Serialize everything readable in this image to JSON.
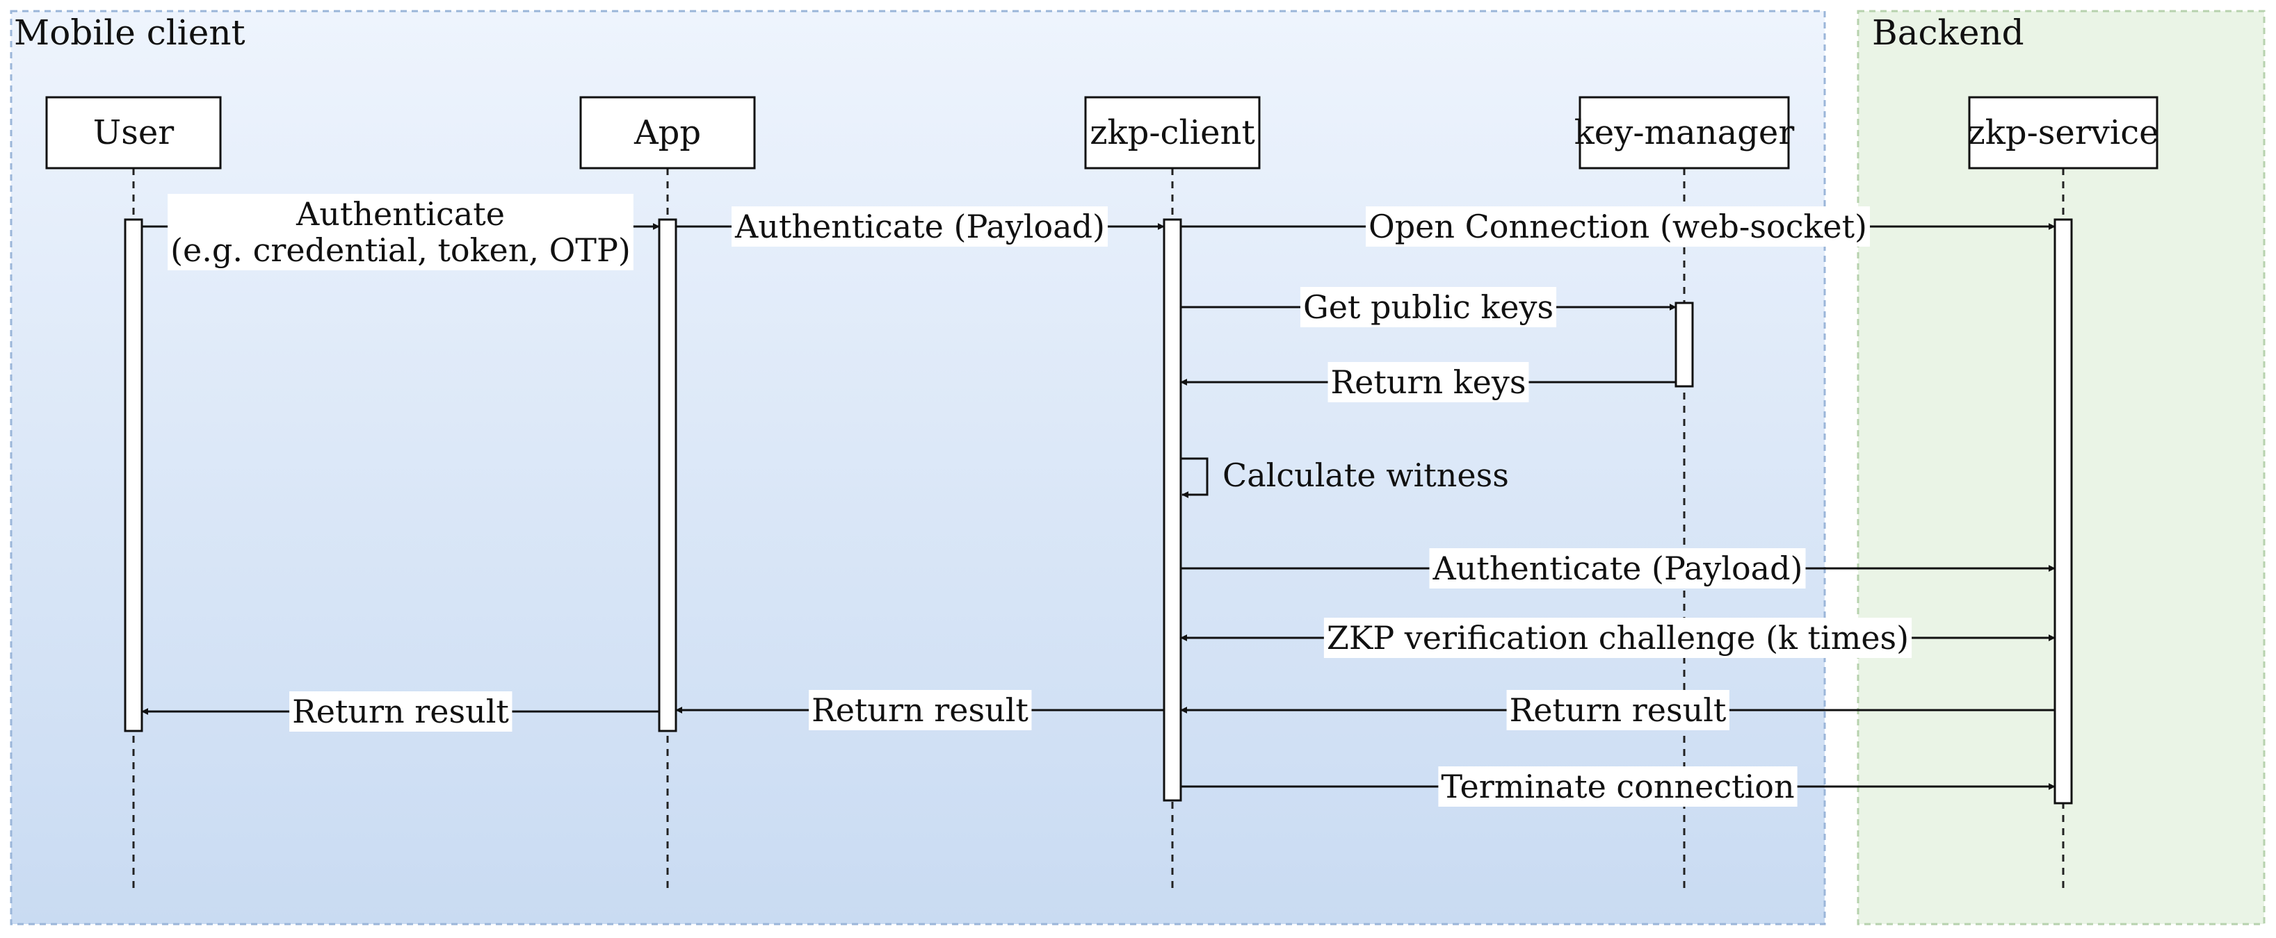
{
  "groups": {
    "mobile": {
      "title": "Mobile client",
      "fill": "#dde8f8",
      "stroke": "#9bb6d9"
    },
    "backend": {
      "title": "Backend",
      "fill": "#eaf4e6",
      "stroke": "#b7d2ae"
    }
  },
  "actors": [
    {
      "id": "user",
      "label": "User"
    },
    {
      "id": "app",
      "label": "App"
    },
    {
      "id": "zkp-client",
      "label": "zkp-client"
    },
    {
      "id": "key-manager",
      "label": "key-manager"
    },
    {
      "id": "zkp-service",
      "label": "zkp-service"
    }
  ],
  "messages": [
    {
      "from": "user",
      "to": "app",
      "lines": [
        "Authenticate",
        "(e.g. credential, token, OTP)"
      ]
    },
    {
      "from": "app",
      "to": "zkp-client",
      "lines": [
        "Authenticate (Payload)"
      ]
    },
    {
      "from": "zkp-client",
      "to": "zkp-service",
      "lines": [
        "Open Connection (web-socket)"
      ]
    },
    {
      "from": "zkp-client",
      "to": "key-manager",
      "lines": [
        "Get public keys"
      ]
    },
    {
      "from": "key-manager",
      "to": "zkp-client",
      "lines": [
        "Return keys"
      ]
    },
    {
      "from": "zkp-client",
      "to": "zkp-client",
      "self": true,
      "lines": [
        "Calculate witness"
      ]
    },
    {
      "from": "zkp-client",
      "to": "zkp-service",
      "lines": [
        "Authenticate (Payload)"
      ]
    },
    {
      "from": "zkp-client",
      "to": "zkp-service",
      "bidirectional": true,
      "lines": [
        "ZKP verification challenge (k times)"
      ]
    },
    {
      "from": "app",
      "to": "user",
      "lines": [
        "Return result"
      ]
    },
    {
      "from": "zkp-client",
      "to": "app",
      "lines": [
        "Return result"
      ]
    },
    {
      "from": "zkp-service",
      "to": "zkp-client",
      "lines": [
        "Return result"
      ]
    },
    {
      "from": "zkp-client",
      "to": "zkp-service",
      "lines": [
        "Terminate connection"
      ]
    }
  ]
}
